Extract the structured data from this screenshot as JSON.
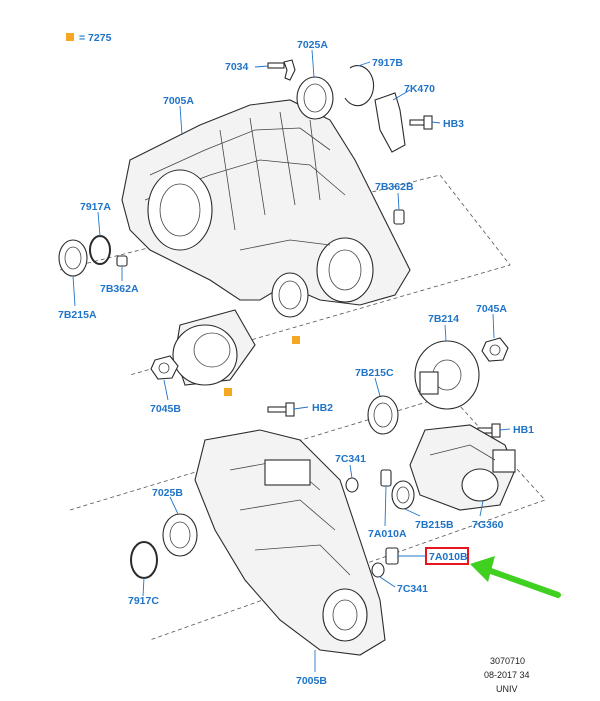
{
  "legend": {
    "text": "= 7275",
    "marker_color": "#f5a623"
  },
  "labels": {
    "l7025A": "7025A",
    "l7034": "7034",
    "l7917B": "7917B",
    "l7005A": "7005A",
    "l7K470": "7K470",
    "lHB3": "HB3",
    "l7B362B": "7B362B",
    "l7917A": "7917A",
    "l7B362A": "7B362A",
    "l7B215A": "7B215A",
    "l7B214": "7B214",
    "l7045A": "7045A",
    "l7045B": "7045B",
    "l7B215C": "7B215C",
    "lHB2": "HB2",
    "lHB1": "HB1",
    "l7C341a": "7C341",
    "l7025B": "7025B",
    "l7A010A": "7A010A",
    "l7B215B": "7B215B",
    "l7G360": "7G360",
    "l7A010B": "7A010B",
    "l7C341b": "7C341",
    "l7917C": "7917C",
    "l7005B": "7005B"
  },
  "footer": {
    "line1": "3070710",
    "line2": "08-2017 34",
    "line3": "UNIV"
  },
  "colors": {
    "label": "#1f74c8",
    "highlight": "#e8141e",
    "arrow": "#3fd020",
    "accent": "#f5a623"
  },
  "highlight": {
    "target": "7A010B"
  }
}
